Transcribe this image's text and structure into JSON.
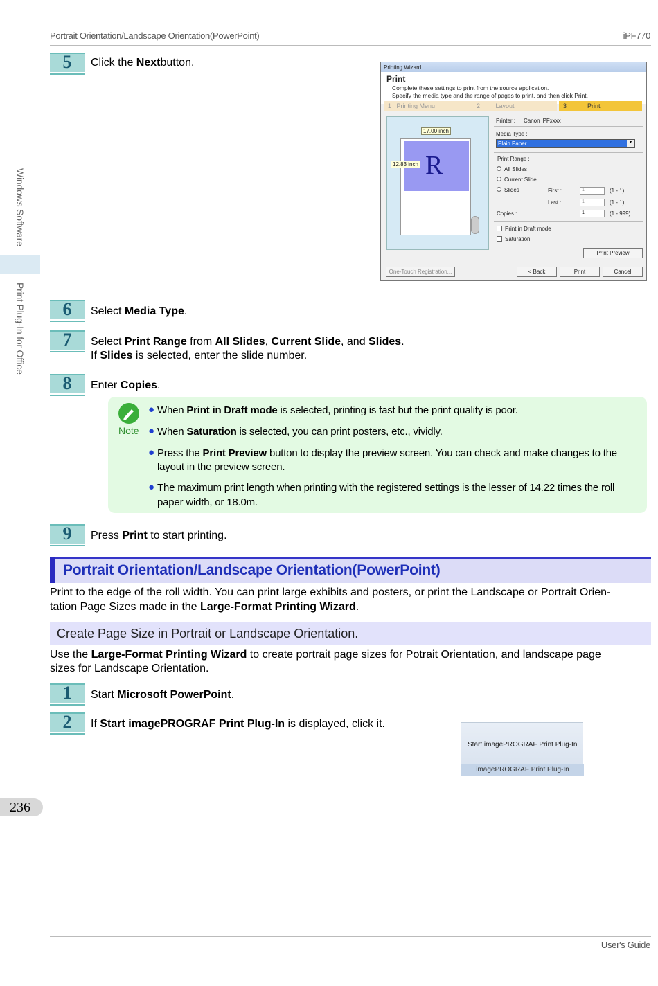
{
  "header": {
    "left": "Portrait Orientation/Landscape Orientation(PowerPoint)",
    "right": "iPF770"
  },
  "side": {
    "top": "Windows Software",
    "bottom": "Print Plug-In for Office"
  },
  "page_number": "236",
  "footer": "User's Guide",
  "steps_top": [
    {
      "num": "5",
      "pre": "Click the ",
      "bold": "Next",
      "post": "button."
    },
    {
      "num": "6",
      "pre": "Select ",
      "bold": "Media Type",
      "post": "."
    },
    {
      "num": "7",
      "line1": {
        "p1": "Select ",
        "b1": "Print Range",
        "p2": " from ",
        "b2": "All Slides",
        "p3": ", ",
        "b3": "Current Slide",
        "p4": ", and ",
        "b4": "Slides",
        "p5": "."
      },
      "line2": {
        "p1": "If ",
        "b1": "Slides",
        "p2": " is selected, enter the slide number."
      }
    },
    {
      "num": "8",
      "pre": "Enter ",
      "bold": "Copies",
      "post": "."
    },
    {
      "num": "9",
      "pre": "Press ",
      "bold": "Print",
      "post": " to start printing."
    }
  ],
  "note": {
    "label": "Note",
    "items": [
      {
        "p1": "When ",
        "b1": "Print in Draft mode",
        "p2": " is selected, printing is fast but the print quality is poor."
      },
      {
        "p1": "When ",
        "b1": "Saturation",
        "p2": " is selected, you can print posters, etc., vividly."
      },
      {
        "p1": "Press the ",
        "b1": "Print Preview",
        "p2": " button to display the preview screen. You can check and make changes to the",
        "l2": "layout in the preview screen."
      },
      {
        "p1": "The maximum print length when printing with the registered settings is the lesser of 14.22 times the roll",
        "l2": "paper width, or 18.0m."
      }
    ]
  },
  "section": {
    "title": "Portrait Orientation/Landscape Orientation(PowerPoint)",
    "intro": {
      "l1": "Print to the edge of the roll width. You can print large exhibits and posters, or print the Landscape or Portrait Orien-",
      "l2p": "tation Page Sizes made in the ",
      "l2b": "Large-Format Printing Wizard",
      "l2e": "."
    },
    "subtitle": "Create Page Size in Portrait or Landscape Orientation.",
    "sub_intro": {
      "l1p": "Use the ",
      "l1b": "Large-Format Printing Wizard",
      "l1e": " to create portrait page sizes for Potrait Orientation, and landscape page",
      "l2": "sizes for Landscape Orientation."
    }
  },
  "steps_bottom": [
    {
      "num": "1",
      "pre": "Start ",
      "bold": "Microsoft PowerPoint",
      "post": "."
    },
    {
      "num": "2",
      "pre": "If ",
      "bold": "Start imagePROGRAF Print Plug-In",
      "post": " is displayed, click it."
    }
  ],
  "dialog": {
    "title": "Printing Wizard",
    "heading": "Print",
    "desc1": "Complete these settings to print from the source application.",
    "desc2": "Specify the media type and the range of pages to print, and then click Print.",
    "crumbs": [
      {
        "n": "1",
        "t": "Printing Menu"
      },
      {
        "n": "2",
        "t": "Layout"
      },
      {
        "n": "3",
        "t": "Print"
      }
    ],
    "width_label": "17.00 inch",
    "height_label": "12.83 inch",
    "preview_letter": "R",
    "printer_label": "Printer :",
    "printer_value": "Canon iPFxxxx",
    "media_label": "Media Type :",
    "media_value": "Plain Paper",
    "range_label": "Print Range :",
    "range_all": "All Slides",
    "range_current": "Current Slide",
    "range_slides": "Slides",
    "first_label": "First :",
    "first_value": "1",
    "first_range": "(1 - 1)",
    "last_label": "Last :",
    "last_value": "1",
    "last_range": "(1 - 1)",
    "copies_label": "Copies :",
    "copies_value": "1",
    "copies_range": "(1 - 999)",
    "draft_label": "Print in Draft mode",
    "saturation_label": "Saturation",
    "preview_btn": "Print Preview",
    "onetouch_btn": "One-Touch Registration...",
    "back_btn": "< Back",
    "print_btn": "Print",
    "cancel_btn": "Cancel"
  },
  "plugin": {
    "line1": "Start imagePROGRAF Print Plug-In",
    "line2": "imagePROGRAF Print Plug-In"
  }
}
